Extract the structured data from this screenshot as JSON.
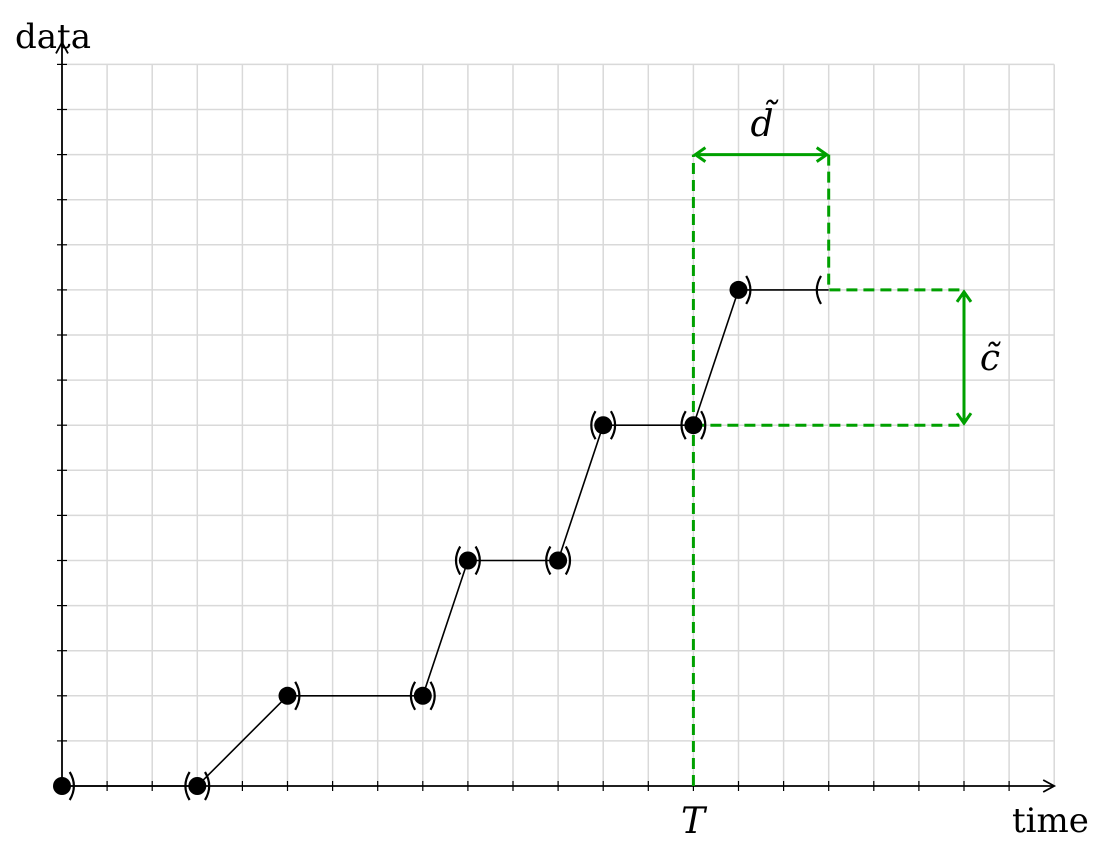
{
  "axes": {
    "y_label": "data",
    "x_label": "time",
    "x_ticks": 22,
    "y_ticks": 16
  },
  "points": [
    {
      "x": 0,
      "y": 0,
      "after": "right"
    },
    {
      "x": 3,
      "y": 0,
      "after": "both"
    },
    {
      "x": 5,
      "y": 2,
      "after": "right"
    },
    {
      "x": 8,
      "y": 2,
      "after": "both"
    },
    {
      "x": 9,
      "y": 5,
      "after": "both"
    },
    {
      "x": 11,
      "y": 5,
      "after": "both"
    },
    {
      "x": 12,
      "y": 8,
      "after": "both"
    },
    {
      "x": 14,
      "y": 8,
      "after": "both"
    },
    {
      "x": 15,
      "y": 11,
      "after": "right"
    }
  ],
  "tail_end": {
    "x": 17,
    "y": 11
  },
  "annotations": {
    "color": "#00a000",
    "T_label": "T",
    "T_x": 14,
    "d_label": "d̃",
    "d_range": [
      14,
      17
    ],
    "d_y": 14,
    "c_label": "c̃",
    "c_x": 20,
    "c_range": [
      8,
      11
    ]
  }
}
